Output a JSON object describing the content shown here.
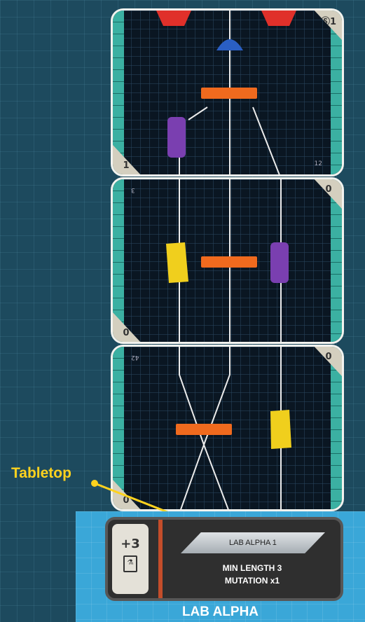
{
  "callout": {
    "label": "Tabletop"
  },
  "tiles": [
    {
      "top_right_label": "Ⓢ1",
      "bottom_left_label": "1",
      "corner_number": "12"
    },
    {
      "top_right_label": "0",
      "bottom_left_label": "0",
      "corner_number": "3"
    },
    {
      "top_right_label": "0",
      "bottom_left_label": "0",
      "corner_number": "42"
    }
  ],
  "lab_card": {
    "reward": "+3",
    "title": "LAB ALPHA 1",
    "req_line1": "MIN LENGTH 3",
    "req_line2": "MUTATION x1",
    "name": "LAB ALPHA"
  },
  "colors": {
    "orange": "#f06a1e",
    "purple": "#7a3fb0",
    "yellow": "#f0cf1d",
    "blue": "#2a5fc4",
    "red": "#e0302a",
    "callout": "#ffd21e"
  }
}
